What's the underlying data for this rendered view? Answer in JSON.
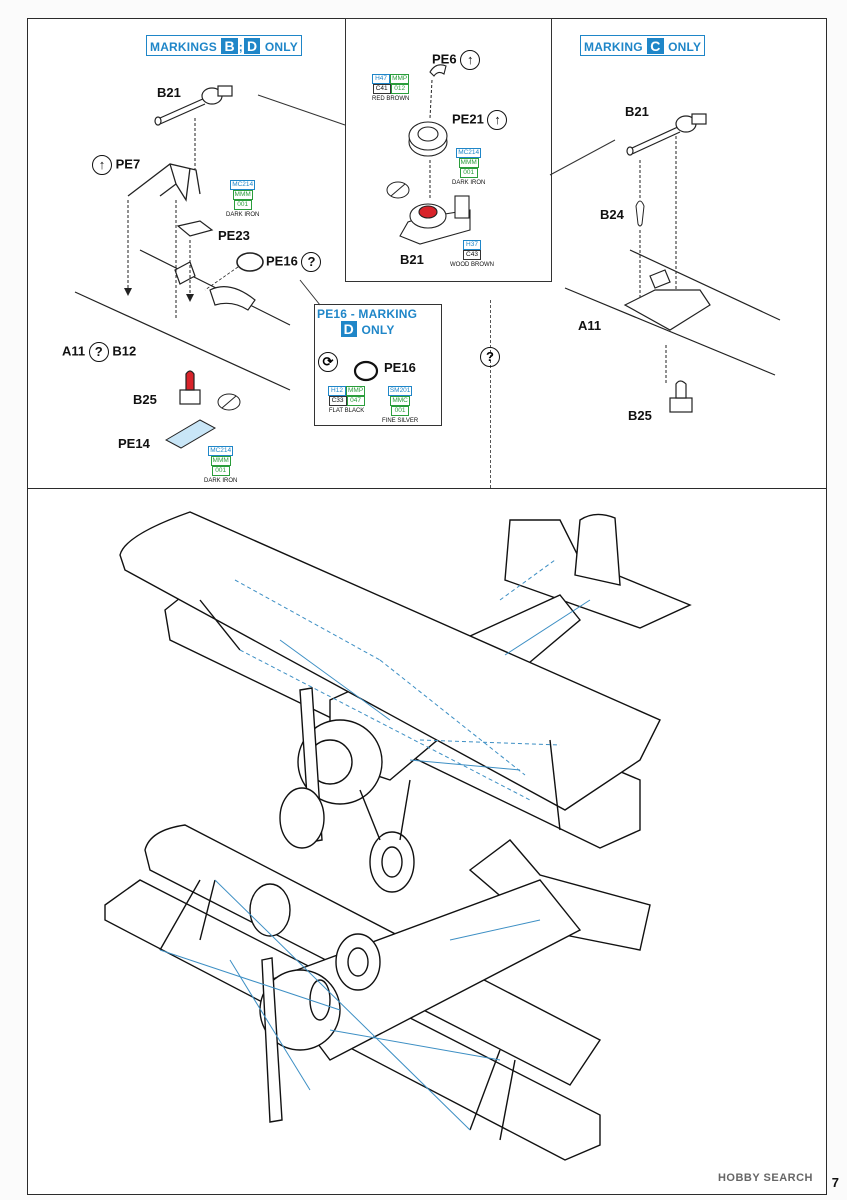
{
  "header": {
    "markings_bd": {
      "prefix": "MARKINGS",
      "letter1": "B",
      "sep": ";",
      "letter2": "D",
      "suffix": "ONLY"
    },
    "markings_c": {
      "prefix": "MARKING",
      "letter": "C",
      "suffix": "ONLY"
    },
    "pe16_note": {
      "line1": "PE16 - MARKING",
      "letter": "D",
      "suffix": "ONLY"
    }
  },
  "left_panel": {
    "labels": {
      "b21": "B21",
      "pe7": "PE7",
      "pe23": "PE23",
      "pe16": "PE16",
      "a11": "A11",
      "b12": "B12",
      "b25": "B25",
      "pe14": "PE14"
    },
    "paint_pe7": {
      "code1": "MC214",
      "code2": "MMM",
      "code3": "001",
      "name": "DARK IRON"
    },
    "paint_pe14": {
      "code1": "MC214",
      "code2": "MMM",
      "code3": "001",
      "name": "DARK IRON"
    }
  },
  "center_panel": {
    "labels": {
      "pe6": "PE6",
      "pe21": "PE21",
      "b21": "B21"
    },
    "paint_pe6": {
      "code1": "H47",
      "code2": "MMP",
      "code3": "C41",
      "code4": "012",
      "name": "RED BROWN"
    },
    "paint_pe21": {
      "code1": "MC214",
      "code2": "MMM",
      "code3": "001",
      "name": "DARK IRON"
    },
    "paint_b21": {
      "code1": "H37",
      "code2": "C43",
      "name": "WOOD BROWN"
    }
  },
  "pe16_box": {
    "label": "PE16",
    "paint_black": {
      "code1": "H12",
      "code2": "MMP",
      "code3": "C33",
      "code4": "047",
      "name": "FLAT BLACK"
    },
    "paint_silver": {
      "code1": "SM201",
      "code2": "MMC",
      "code3": "001",
      "name": "FINE SILVER"
    }
  },
  "right_panel": {
    "labels": {
      "b21": "B21",
      "b24": "B24",
      "a11": "A11",
      "b25": "B25"
    }
  },
  "footer": {
    "brand": "HOBBY SEARCH",
    "page": "7"
  },
  "colors": {
    "accent_blue": "#1f86c8",
    "paint_green": "#2a9d3b",
    "rigging": "#3d8fc4",
    "red_part": "#d8232a"
  },
  "icons": [
    "bend-up-icon",
    "question-icon",
    "rotate-icon",
    "eye-icon"
  ]
}
